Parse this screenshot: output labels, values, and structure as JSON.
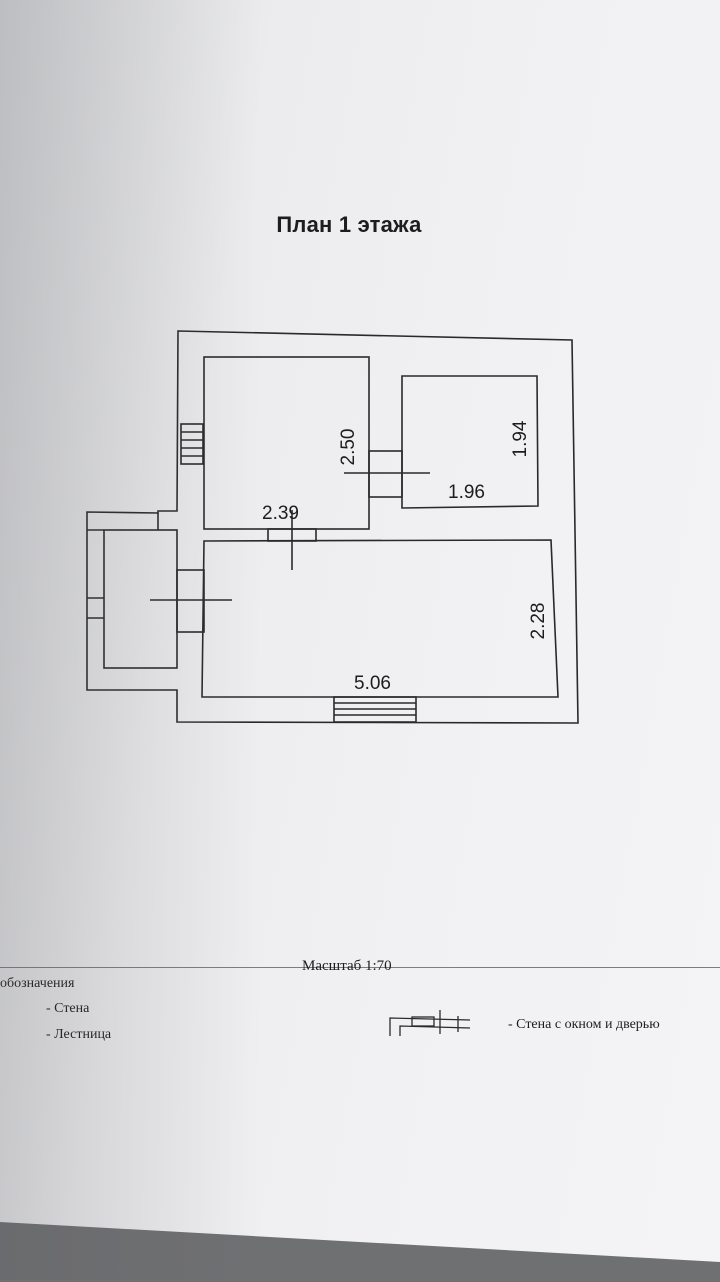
{
  "page": {
    "title": "План 1 этажа",
    "scale_label": "Масштаб 1:70"
  },
  "dimensions": {
    "room1_height": "2.50",
    "room1_width": "2.39",
    "room2_width": "1.96",
    "room2_height": "1.94",
    "room3_width": "5.06",
    "room3_height": "2.28"
  },
  "legend": {
    "heading": "обозначения",
    "wall": "- Стена",
    "stairs": "- Лестница",
    "wall_window_door": "- Стена с окном и дверью"
  },
  "colors": {
    "line": "#2a2a2c",
    "paper": "#f1f1f3"
  }
}
